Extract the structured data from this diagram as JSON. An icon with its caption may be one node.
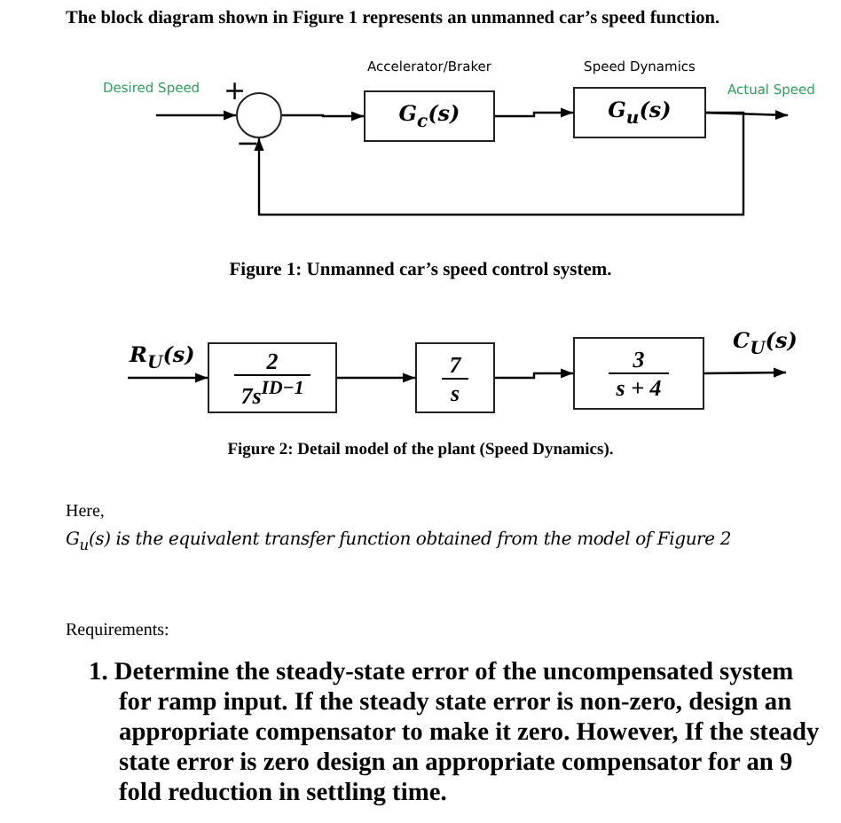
{
  "diagram": {
    "title": "The block diagram shown in Figure 1 represents an unmanned car’s speed function.",
    "nodes": [
      {
        "text": [],
        "shape": "circle"
      },
      {
        "text": [
          "Accelerator/Braker",
          "G$_{c}$(s)"
        ]
      },
      {
        "text": [
          "Speed Dynamics",
          "G$_{u}$(s)"
        ]
      },
      {
        "text": [
          "2",
          "7s$^{ID−1}$"
        ]
      },
      {
        "text": [
          "7",
          "s"
        ]
      },
      {
        "text": [
          "3",
          "s + 4"
        ]
      }
    ],
    "edges": [
      {
        "from": null,
        "to": 0,
        "arrow": "to",
        "label": "Desired Speed"
      },
      {
        "from": 0,
        "to": 1,
        "arrow": "to"
      },
      {
        "from": 1,
        "to": 2,
        "arrow": "to"
      },
      {
        "from": 2,
        "to": null,
        "arrow": "to",
        "label": "Actual Speed"
      },
      {
        "from": 2,
        "to": 0,
        "arrow": "to"
      },
      {
        "from": null,
        "to": 3,
        "arrow": "to",
        "label": "R$_{U}$(s)"
      },
      {
        "from": 3,
        "to": 4,
        "arrow": "to"
      },
      {
        "from": 4,
        "to": 5,
        "arrow": "to"
      },
      {
        "from": 5,
        "to": null,
        "arrow": "to",
        "label": "C$_{U}$(s)"
      }
    ],
    "labels": [
      "+",
      "−",
      "Figure 1: Unmanned car’s speed control system.",
      "Figure 2: Detail model of the plant (Speed Dynamics).",
      "Here,",
      "G$_{u}$(s) is the equivalent transfer function obtained from the model of Figure 2",
      "Requirements:",
      "1. Determine the steady-state error of the uncompensated system for ramp input. If the steady state error is non-zero, design an appropriate compensator to make it zero. However, If the steady state error is zero design an appropriate compensator for an 9 fold reduction in settling time."
    ]
  }
}
